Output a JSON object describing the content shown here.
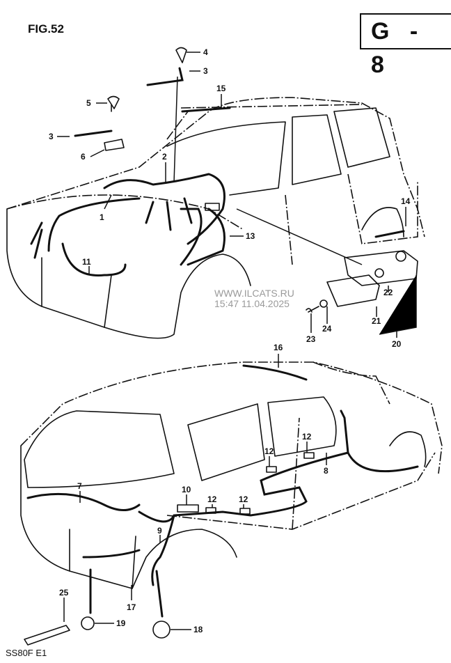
{
  "header": {
    "figure": "FIG.52",
    "section_code": "G - 8"
  },
  "footer": {
    "model_code": "SS80F E1"
  },
  "watermark": {
    "site": "WWW.ILCATS.RU",
    "timestamp": "15:47 11.04.2025"
  },
  "callouts": {
    "p4": "4",
    "p3a": "3",
    "p5": "5",
    "p3b": "3",
    "p6": "6",
    "p2": "2",
    "p15": "15",
    "p1": "1",
    "p13": "13",
    "p11": "11",
    "p14": "14",
    "p22": "22",
    "p21": "21",
    "p24": "24",
    "p23": "23",
    "p20": "20",
    "p16": "16",
    "p12a": "12",
    "p12b": "12",
    "p8": "8",
    "p7": "7",
    "p10": "10",
    "p12c": "12",
    "p12d": "12",
    "p9": "9",
    "p17": "17",
    "p25": "25",
    "p19": "19",
    "p18": "18"
  }
}
